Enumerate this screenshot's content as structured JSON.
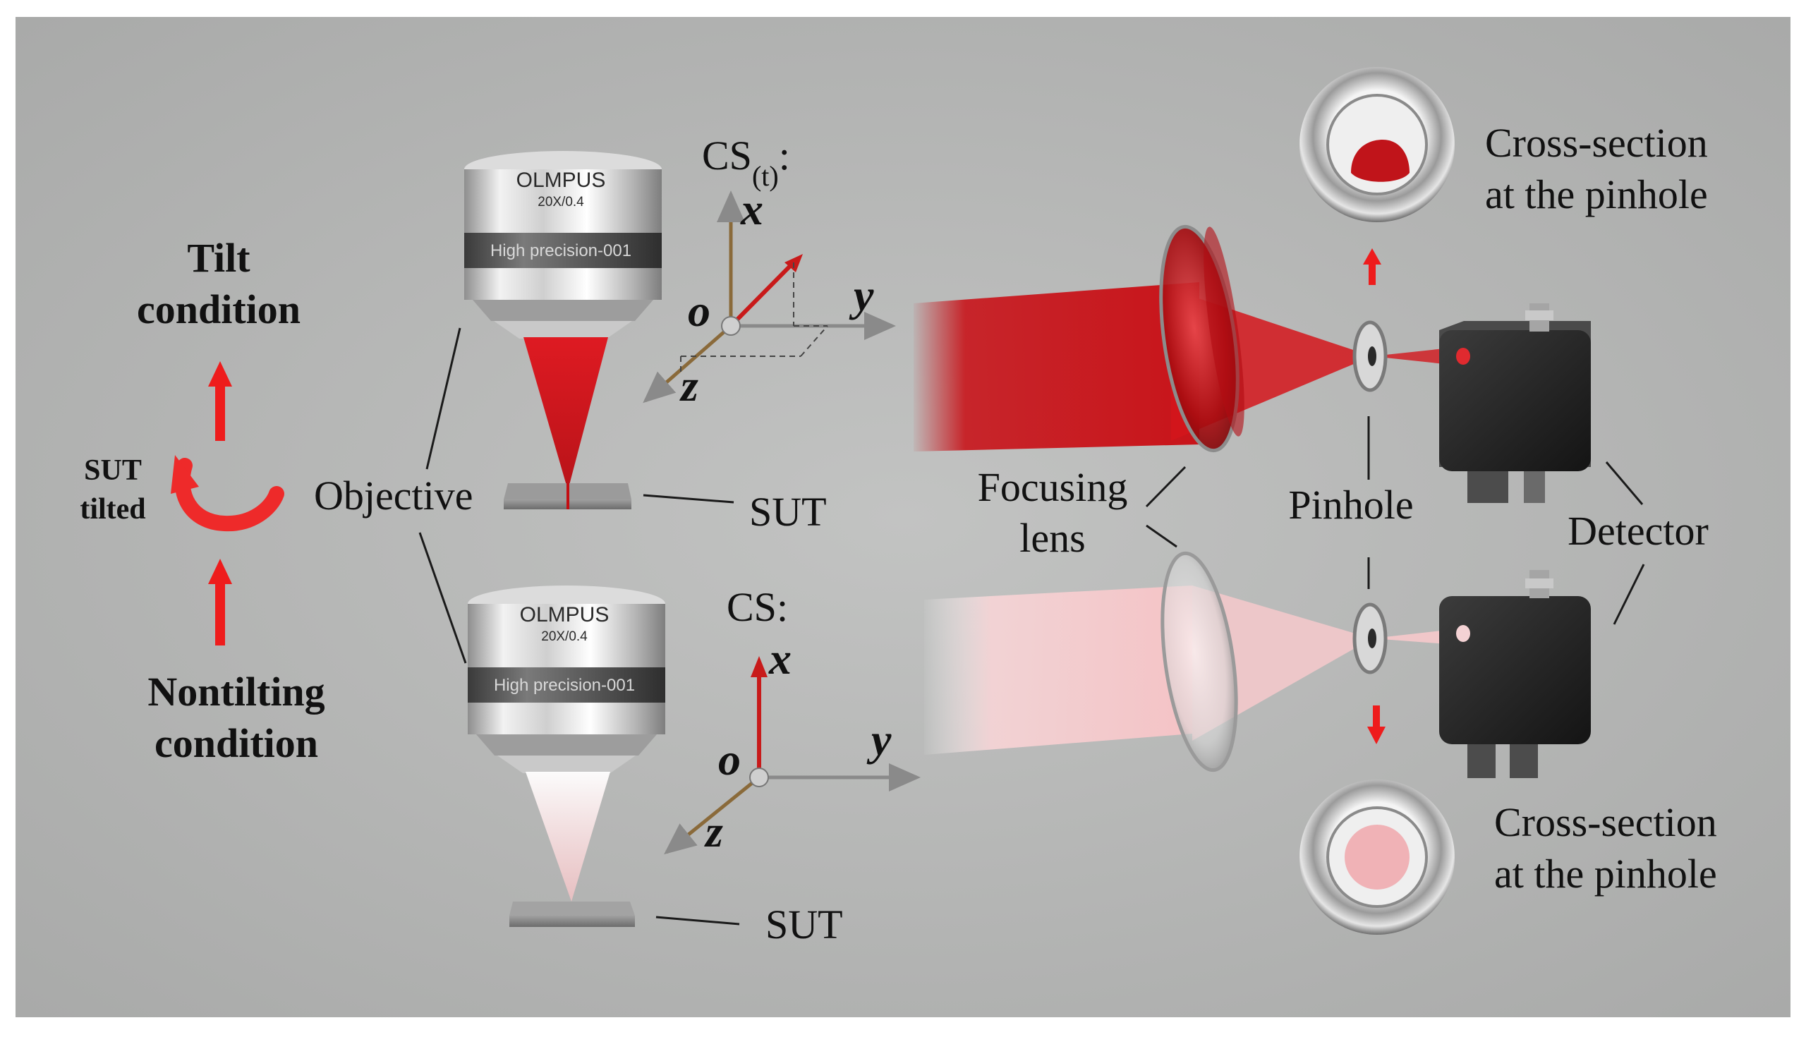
{
  "labels": {
    "tilt_condition": [
      "Tilt",
      "condition"
    ],
    "nontilting_condition": [
      "Nontilting",
      "condition"
    ],
    "sut_tilted": [
      "SUT",
      "tilted"
    ],
    "objective": "Objective",
    "sut": "SUT",
    "focusing_lens": [
      "Focusing",
      "lens"
    ],
    "pinhole": "Pinhole",
    "detector": "Detector",
    "cross_section": [
      "Cross-section",
      "at the pinhole"
    ],
    "cs_tilted": {
      "base": "CS",
      "sub": "(t)",
      "suffix": ":"
    },
    "cs": "CS:"
  },
  "axes": {
    "x": "x",
    "y": "y",
    "z": "z",
    "origin": "o"
  },
  "objective_lens": {
    "brand": "OLMPUS",
    "spec": "20X/0.4",
    "band_text": "High precision-001"
  },
  "colors": {
    "background": "#b9bab9",
    "laser_red": "#d4141a",
    "laser_pink": "#f6c9cb",
    "arrow_red": "#ee1c1c",
    "detector_body": "#1e1e1e"
  }
}
